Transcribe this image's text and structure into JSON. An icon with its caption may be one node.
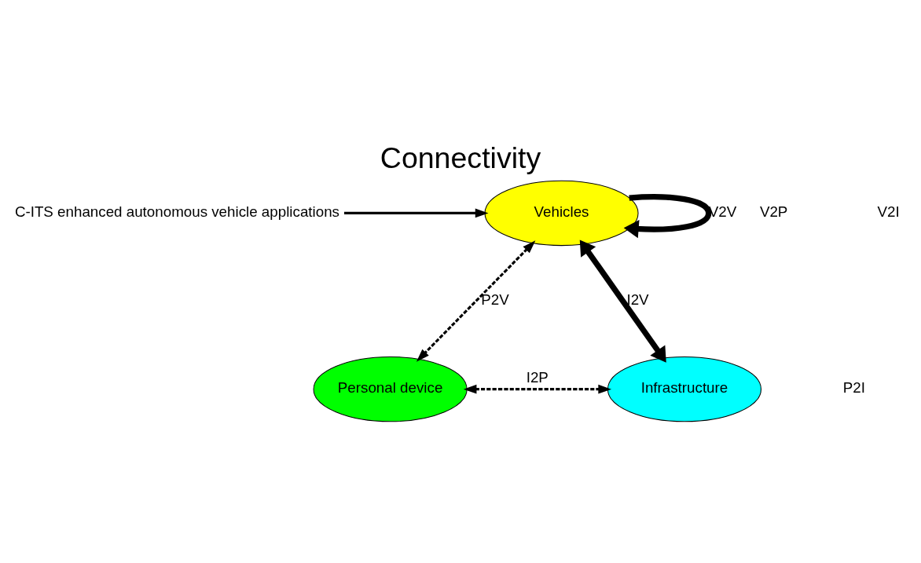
{
  "diagram": {
    "title": "Connectivity",
    "nodes": [
      {
        "text": [
          "Vehicles"
        ]
      },
      {
        "text": [
          "Personal device"
        ]
      },
      {
        "text": [
          "Infrastructure"
        ]
      },
      {
        "text": [
          "C-ITS enhanced autonomous vehicle applications"
        ]
      }
    ],
    "edges": [
      {
        "from": 3,
        "to": 0,
        "arrow": "to"
      },
      {
        "from": 0,
        "to": 0,
        "arrow": "to",
        "style": "thick",
        "label": "V2V"
      },
      {
        "from": 0,
        "to": 1,
        "arrow": "both",
        "style": "dashed",
        "label": "P2V"
      },
      {
        "from": 0,
        "to": 2,
        "arrow": "both",
        "style": "thick",
        "label": "I2V"
      },
      {
        "from": 1,
        "to": 2,
        "arrow": "both",
        "style": "dashed",
        "label": "I2P"
      }
    ],
    "labels": [
      "V2P",
      "V2I",
      "P2I"
    ]
  }
}
